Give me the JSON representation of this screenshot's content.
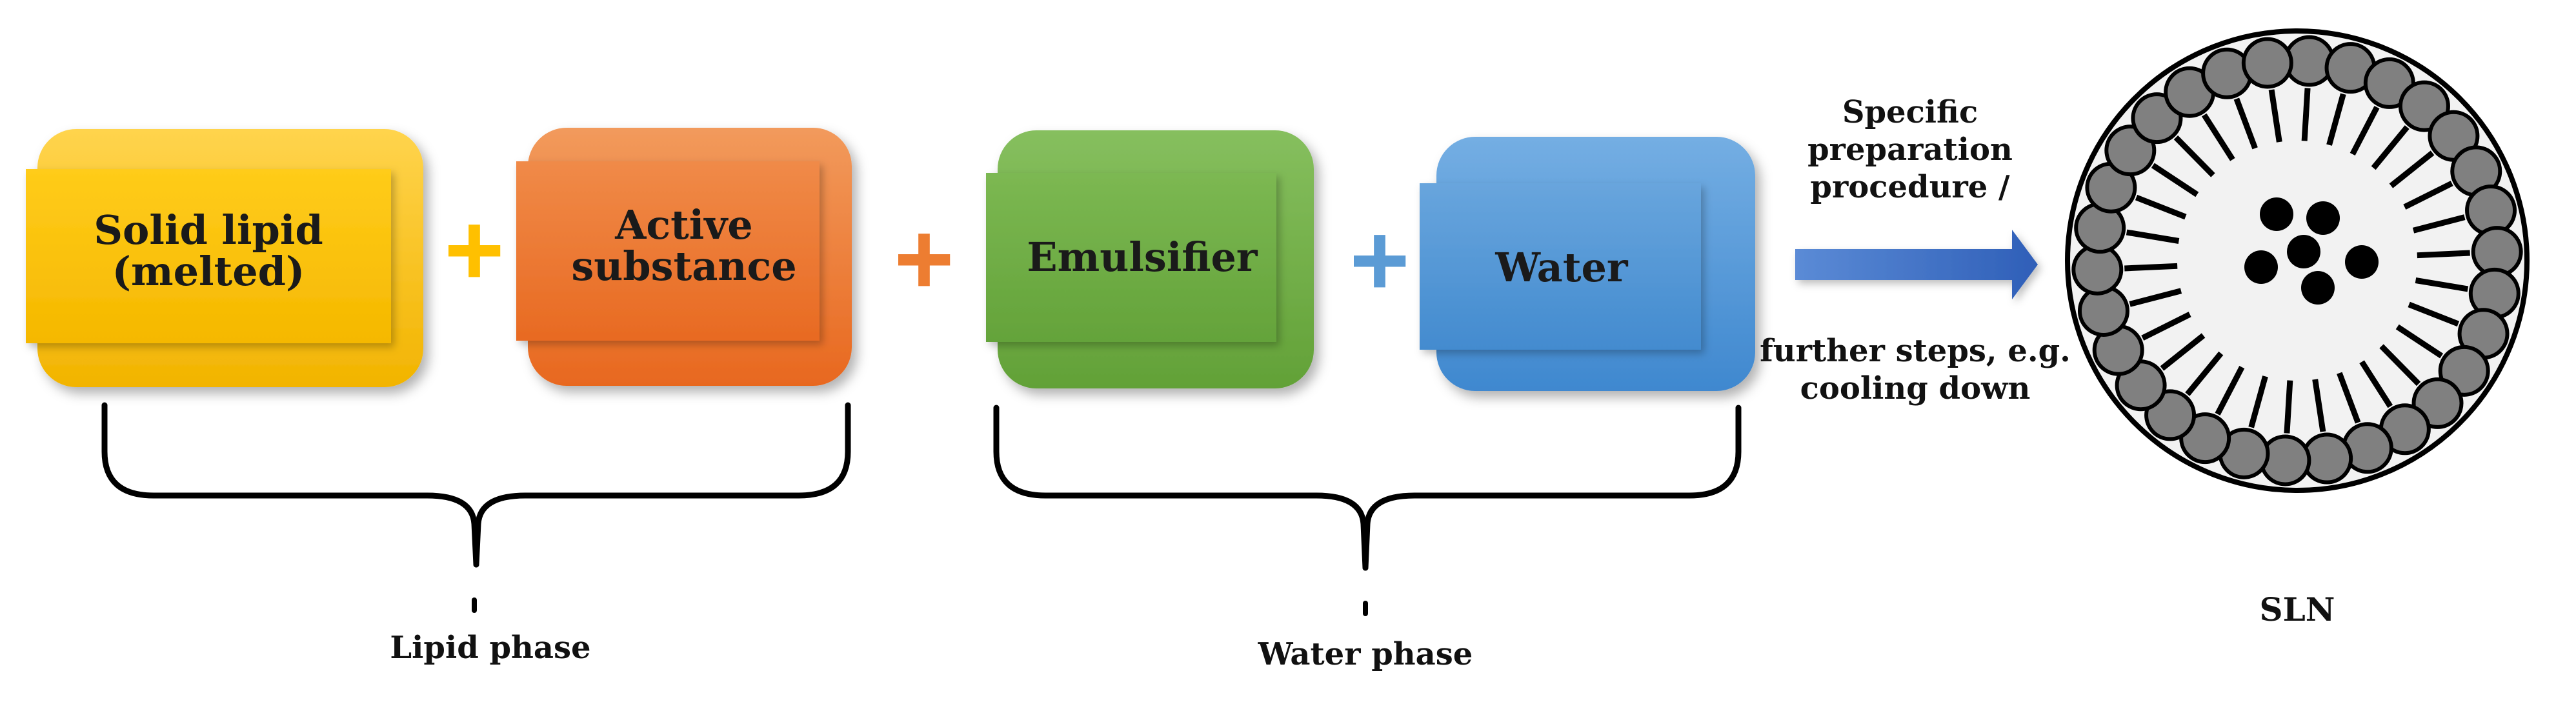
{
  "colors": {
    "yellow": "#FFC000",
    "orange": "#ED7D31",
    "green": "#70AD47",
    "blue": "#5B9BD5",
    "arrow_blue": "#4472C4",
    "head_gray": "#808080",
    "core_gray": "#F2F2F2"
  },
  "boxes": {
    "solid_lipid": {
      "line1": "Solid lipid",
      "line2": "(melted)"
    },
    "active": {
      "line1": "Active",
      "line2": "substance"
    },
    "emulsifier": {
      "label": "Emulsifier"
    },
    "water": {
      "label": "Water"
    }
  },
  "plus_sign": "+",
  "phases": {
    "lipid": "Lipid phase",
    "water": "Water phase"
  },
  "process": {
    "above_line1": "Specific",
    "above_line2": "preparation",
    "above_line3": "procedure /",
    "below_line1": "further steps, e.g.",
    "below_line2": "cooling down"
  },
  "product": {
    "label": "SLN"
  }
}
